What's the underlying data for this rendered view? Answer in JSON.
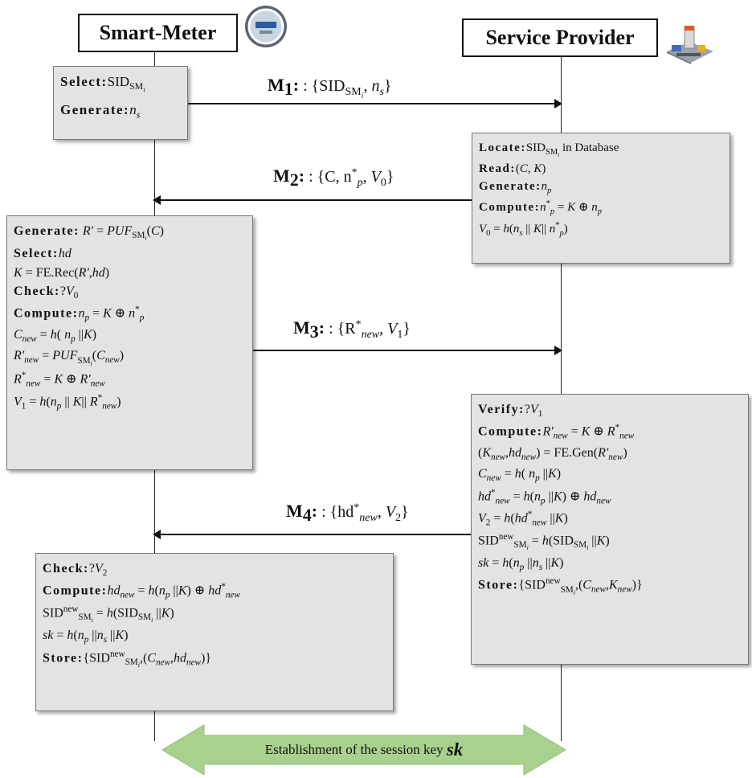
{
  "entities": {
    "smart_meter": "Smart-Meter",
    "service_provider": "Service Provider"
  },
  "messages": {
    "m1": {
      "label": "M",
      "idx": "1",
      "content": ": {SID"
    },
    "m2": {
      "label": "M",
      "idx": "2",
      "content": ": {C, n"
    },
    "m3": {
      "label": "M",
      "idx": "3",
      "content": ": {R"
    },
    "m4": {
      "label": "M",
      "idx": "4",
      "content": ": {hd"
    }
  },
  "sm_step1": {
    "select_kw": "Select:",
    "generate_kw": "Generate:"
  },
  "sp_step1": {
    "locate_kw": "Locate:",
    "in_db": "in Database",
    "read_kw": "Read:",
    "generate_kw": "Generate:",
    "compute_kw": "Compute:"
  },
  "sm_step2": {
    "generate_kw": "Generate:",
    "select_kw": "Select:",
    "check_kw": "Check:",
    "compute_kw": "Compute:"
  },
  "sp_step2": {
    "verify_kw": "Verify:",
    "compute_kw": "Compute:",
    "store_kw": "Store:"
  },
  "sm_step3": {
    "check_kw": "Check:",
    "compute_kw": "Compute:",
    "store_kw": "Store:"
  },
  "footer": {
    "banner_text": "Establishment of the session key",
    "banner_key": "sk",
    "banner_color": "#a9d18e"
  }
}
